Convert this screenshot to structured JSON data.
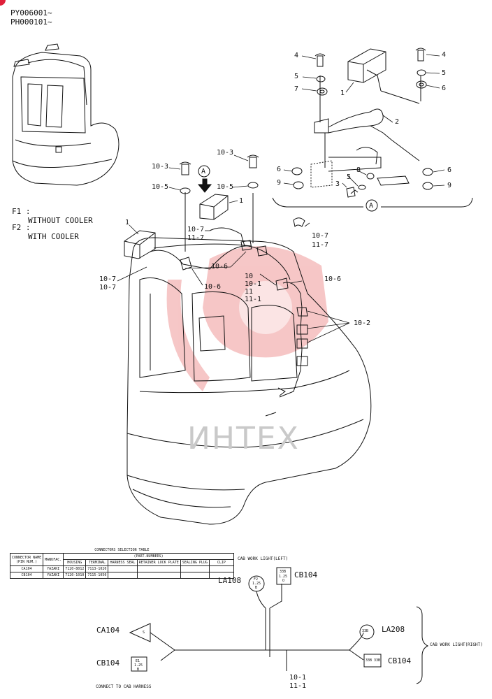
{
  "header": {
    "serial_1": "PY006001~",
    "serial_2": "PH000101~"
  },
  "legend": {
    "f1_code": "F1 :",
    "f1_text": "WITHOUT COOLER",
    "f2_code": "F2 :",
    "f2_text": "WITH COOLER"
  },
  "callouts": {
    "p4_left": "4",
    "p5_left": "5",
    "p7": "7",
    "p1_top": "1",
    "p4_right": "4",
    "p5_right": "5",
    "p6_right": "6",
    "p2": "2",
    "p6_left": "6",
    "p9_left": "9",
    "p8": "8",
    "p5_mid": "5",
    "p3": "3",
    "p6_r2": "6",
    "p9_right": "9",
    "view_a_bottom": "A",
    "view_a_top": "A",
    "p10_3_left": "10-3",
    "p10_5_left": "10-5",
    "p10_3_right": "10-3",
    "p10_5_right": "10-5",
    "p1_center": "1",
    "p1_left": "1",
    "p10_7_a": "10-7",
    "p11_7_a": "11-7",
    "p10_7_b": "10-7",
    "p11_7_b": "11-7",
    "p10_6_a": "10-6",
    "p10_6_b": "10-6",
    "p10_6_c": "10-6",
    "p10": "10",
    "p10_1": "10-1",
    "p11": "11",
    "p11_1": "11-1",
    "p10_7_left1": "10-7",
    "p10_7_left2": "10-7",
    "p10_2": "10-2"
  },
  "watermark": "ИНТЕХ",
  "connector_table": {
    "title": "CONNECTORS SELECTION TABLE",
    "headers": {
      "connector": "CONNECTOR NAME",
      "pin": "(PIN NUM.)",
      "manufac": "MANUFAC.",
      "part_numbers": "(PART.NUMBERS)",
      "housing": "HOUSING",
      "terminal": "TERMINAL",
      "harness_seal": "HARNESS SEAL",
      "retainer": "RETAINER LOCK PLATE",
      "sealing_plug": "SEALING PLUG",
      "clip": "CLIP"
    },
    "rows": [
      {
        "name": "CA104",
        "manufac": "YAZAKI",
        "housing": "7120-8012",
        "terminal": "7113-1020"
      },
      {
        "name": "CB104",
        "manufac": "YAZAKI",
        "housing": "7120-1010",
        "terminal": "7115-1050"
      }
    ]
  },
  "wiring": {
    "title_left": "CAB WORK LIGHT(LEFT)",
    "title_right": "CAB WORK LIGHT(RIGHT)",
    "la108": "LA108",
    "cb104_top": "CB104",
    "ca104": "CA104",
    "cb104_left": "CB104",
    "la208": "LA208",
    "cb104_right": "CB104",
    "footer": "CONNECT TO CAB HARNESS",
    "ref_10_1": "10-1",
    "ref_11_1": "11-1",
    "c_la108_top": "F2",
    "c_la108_mid": "1.25",
    "c_la108_bot": "B",
    "c_cb104t_top": "33B",
    "c_cb104t_mid": "1.25",
    "c_cb104t_bot": "O",
    "c_ca104": "S",
    "c_cb104l_top": "E1",
    "c_cb104l_mid": "1.25",
    "c_cb104l_bot": "B",
    "c_la208": "33B",
    "c_cb104r": "33B 33B"
  }
}
